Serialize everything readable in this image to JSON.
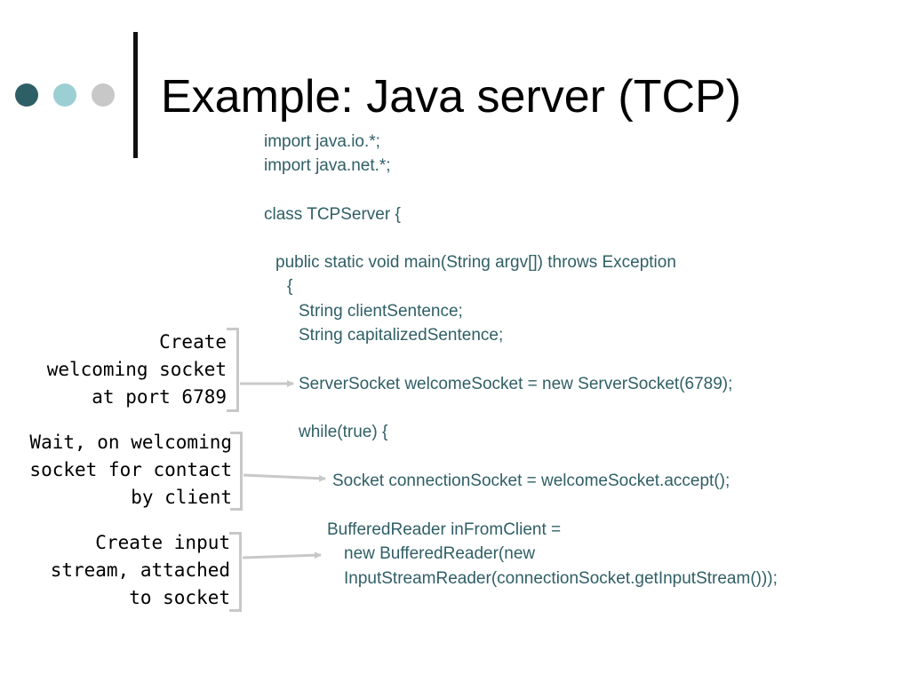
{
  "slide": {
    "title": "Example: Java server (TCP)",
    "code_lines": [
      "import java.io.*;",
      "import java.net.*;",
      "class TCPServer {",
      "public static void main(String argv[]) throws Exception",
      "{",
      "String clientSentence;",
      "String capitalizedSentence;",
      "ServerSocket welcomeSocket = new ServerSocket(6789);",
      "while(true) {",
      "Socket connectionSocket = welcomeSocket.accept();",
      "BufferedReader inFromClient =",
      "new BufferedReader(new",
      "InputStreamReader(connectionSocket.getInputStream()));"
    ],
    "annotations": [
      {
        "lines": [
          "Create",
          "welcoming socket",
          "at port 6789"
        ]
      },
      {
        "lines": [
          "Wait, on welcoming",
          "socket for contact",
          "by client"
        ]
      },
      {
        "lines": [
          "Create input",
          "stream, attached",
          "to socket"
        ]
      }
    ]
  },
  "colors": {
    "code_text": "#2f5f66",
    "dot_dark": "#2f5f66",
    "dot_light": "#9ccfd3",
    "dot_gray": "#c8c8c8",
    "bracket": "#c8c8c8"
  }
}
